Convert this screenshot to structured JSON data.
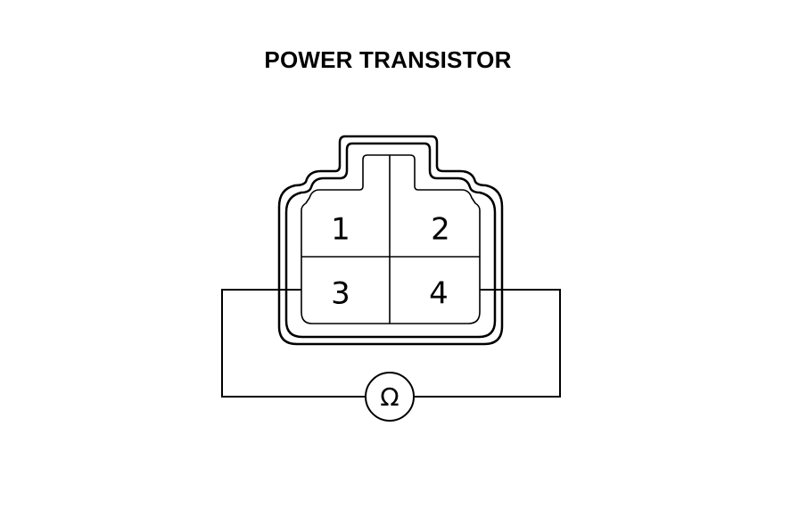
{
  "title": "POWER TRANSISTOR",
  "connector": {
    "pins": [
      {
        "label": "1"
      },
      {
        "label": "2"
      },
      {
        "label": "3"
      },
      {
        "label": "4"
      }
    ]
  },
  "meter": {
    "symbol": "Ω",
    "icon": "ohmmeter-icon"
  },
  "colors": {
    "line": "#000000",
    "background": "#ffffff"
  }
}
